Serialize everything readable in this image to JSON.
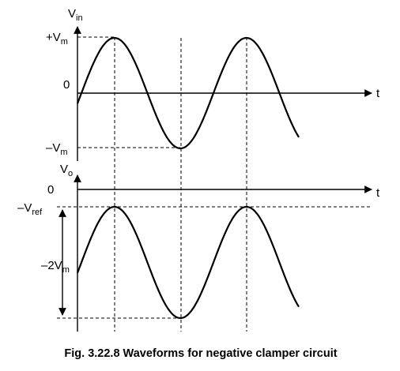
{
  "top_plot": {
    "y_axis_label": {
      "main": "V",
      "sub": "in"
    },
    "x_axis_label": "t",
    "level_plus": {
      "prefix": "+V",
      "sub": "m"
    },
    "level_zero": "0",
    "level_minus": {
      "prefix": "–V",
      "sub": "m"
    }
  },
  "bottom_plot": {
    "y_axis_label": {
      "main": "V",
      "sub": "o"
    },
    "x_axis_label": "t",
    "level_zero": "0",
    "level_ref": {
      "prefix": "–V",
      "sub": "ref"
    },
    "span_label": {
      "prefix": "–2V",
      "sub": "m"
    }
  },
  "caption": "Fig. 3.22.8 Waveforms for negative clamper circuit",
  "colors": {
    "ink": "#000000",
    "background": "#ffffff"
  }
}
